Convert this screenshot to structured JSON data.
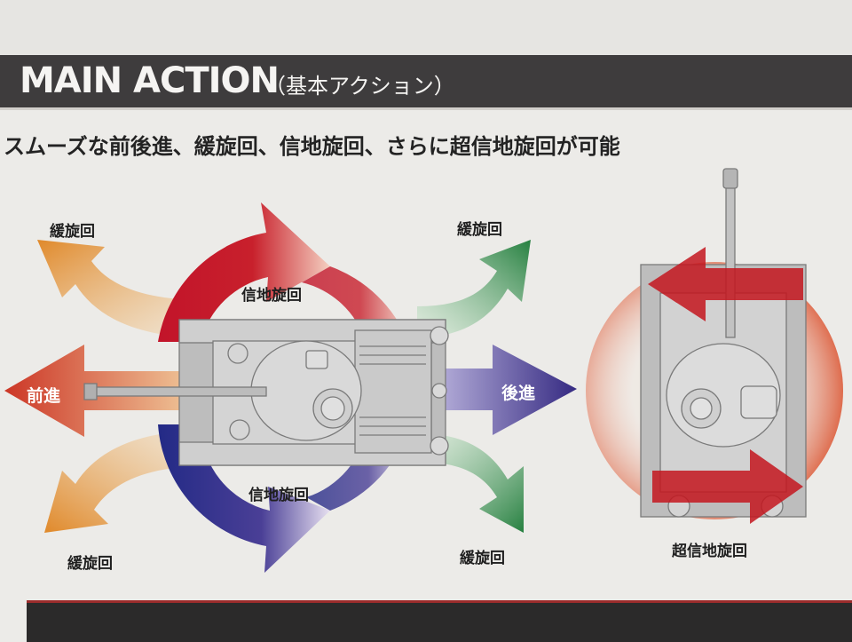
{
  "header": {
    "title": "MAIN ACTION",
    "subtitle_jp": "（基本アクション）"
  },
  "headline": "スムーズな前後進、緩旋回、信地旋回、さらに超信地旋回が可能",
  "diagram": {
    "forward": "前進",
    "reverse": "後進",
    "gentle_turn_top_left": "緩旋回",
    "gentle_turn_top_right": "緩旋回",
    "gentle_turn_bottom_left": "緩旋回",
    "gentle_turn_bottom_right": "緩旋回",
    "pivot_turn_top": "信地旋回",
    "pivot_turn_bottom": "信地旋回",
    "spin_turn": "超信地旋回"
  },
  "colors": {
    "header_bg": "#3e3c3d",
    "forward_arrow": "#c93a2a",
    "reverse_arrow": "#3b2f86",
    "gentle_turn_left": "#e08a2c",
    "gentle_turn_right": "#2e8a4a",
    "pivot_red": "#c0172a",
    "pivot_blue": "#2a2e8a",
    "spin_red": "#c4161f"
  }
}
